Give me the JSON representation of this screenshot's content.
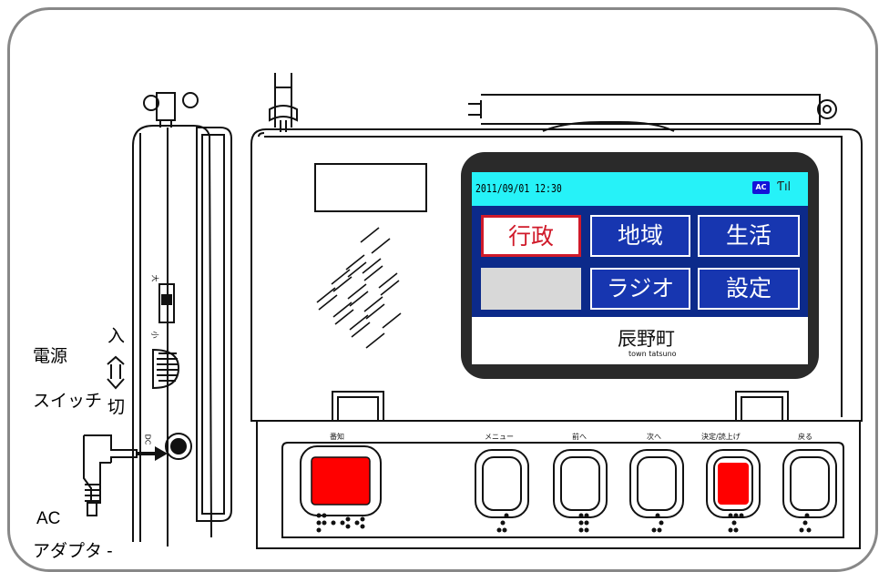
{
  "side_labels": {
    "power": "電源",
    "switch": "スイッチ",
    "on": "入",
    "off": "切",
    "ac": "AC",
    "adapter": "アダプタ -"
  },
  "screen": {
    "datetime": "2011/09/01 12:30",
    "ac_badge": "AC",
    "signal_glyph": "Ƭıl",
    "buttons": [
      {
        "label": "行政",
        "state": "selected"
      },
      {
        "label": "地域",
        "state": "normal"
      },
      {
        "label": "生活",
        "state": "normal"
      },
      {
        "label": "",
        "state": "blank"
      },
      {
        "label": "ラジオ",
        "state": "normal"
      },
      {
        "label": "設定",
        "state": "normal"
      }
    ],
    "logo_main": "辰野町",
    "logo_sub": "town tatsuno"
  },
  "hardware_buttons": [
    {
      "label": "番知",
      "color": "#ff0000"
    },
    {
      "label": "メニュー",
      "color": "#ffffff"
    },
    {
      "label": "前へ",
      "color": "#ffffff"
    },
    {
      "label": "次へ",
      "color": "#ffffff"
    },
    {
      "label": "決定/読上げ",
      "color": "#ff0000"
    },
    {
      "label": "戻る",
      "color": "#ffffff"
    }
  ],
  "side_device_labels": {
    "volume_big": "大",
    "volume_small": "小",
    "dc": "DC"
  },
  "colors": {
    "screen_topbar": "#26f2f8",
    "screen_button": "#1736b0",
    "accent_red": "#ff0000",
    "frame_gray": "#888888"
  }
}
